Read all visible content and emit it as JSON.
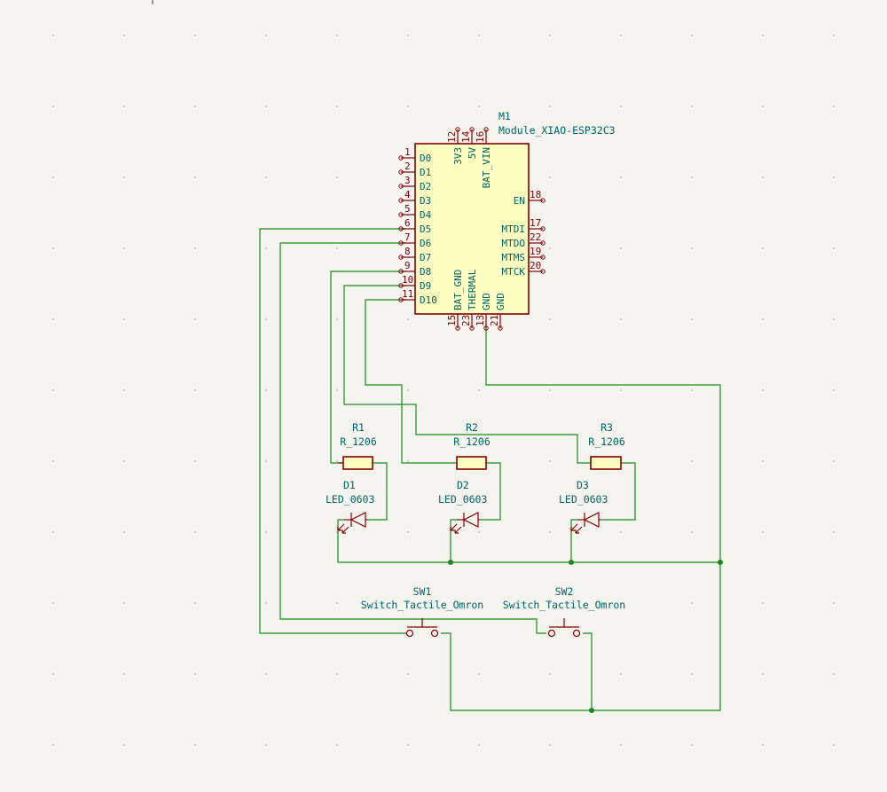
{
  "colors": {
    "background": "#f5f4ef",
    "wire": "#1a8a1a",
    "symbol": "#840000",
    "symbol_fill": "#ffffc2",
    "text": "#006464"
  },
  "module": {
    "ref": "M1",
    "value": "Module_XIAO-ESP32C3",
    "left_pins": [
      {
        "num": "1",
        "name": "D0"
      },
      {
        "num": "2",
        "name": "D1"
      },
      {
        "num": "3",
        "name": "D2"
      },
      {
        "num": "4",
        "name": "D3"
      },
      {
        "num": "5",
        "name": "D4"
      },
      {
        "num": "6",
        "name": "D5"
      },
      {
        "num": "7",
        "name": "D6"
      },
      {
        "num": "8",
        "name": "D7"
      },
      {
        "num": "9",
        "name": "D8"
      },
      {
        "num": "10",
        "name": "D9"
      },
      {
        "num": "11",
        "name": "D10"
      }
    ],
    "right_pins": [
      {
        "num": "18",
        "name": "EN"
      },
      {
        "num": "17",
        "name": "MTDI"
      },
      {
        "num": "22",
        "name": "MTDO"
      },
      {
        "num": "19",
        "name": "MTMS"
      },
      {
        "num": "20",
        "name": "MTCK"
      }
    ],
    "top_pins": [
      {
        "num": "12",
        "name": "3V3"
      },
      {
        "num": "14",
        "name": "5V"
      },
      {
        "num": "16",
        "name": "BAT_VIN"
      }
    ],
    "bottom_pins": [
      {
        "num": "15",
        "name": "BAT_GND"
      },
      {
        "num": "23",
        "name": "THERMAL"
      },
      {
        "num": "13",
        "name": "GND"
      },
      {
        "num": "21",
        "name": "GND"
      }
    ]
  },
  "resistors": [
    {
      "ref": "R1",
      "value": "R_1206"
    },
    {
      "ref": "R2",
      "value": "R_1206"
    },
    {
      "ref": "R3",
      "value": "R_1206"
    }
  ],
  "leds": [
    {
      "ref": "D1",
      "value": "LED_0603"
    },
    {
      "ref": "D2",
      "value": "LED_0603"
    },
    {
      "ref": "D3",
      "value": "LED_0603"
    }
  ],
  "switches": [
    {
      "ref": "SW1",
      "value": "Switch_Tactile_Omron"
    },
    {
      "ref": "SW2",
      "value": "Switch_Tactile_Omron"
    }
  ]
}
